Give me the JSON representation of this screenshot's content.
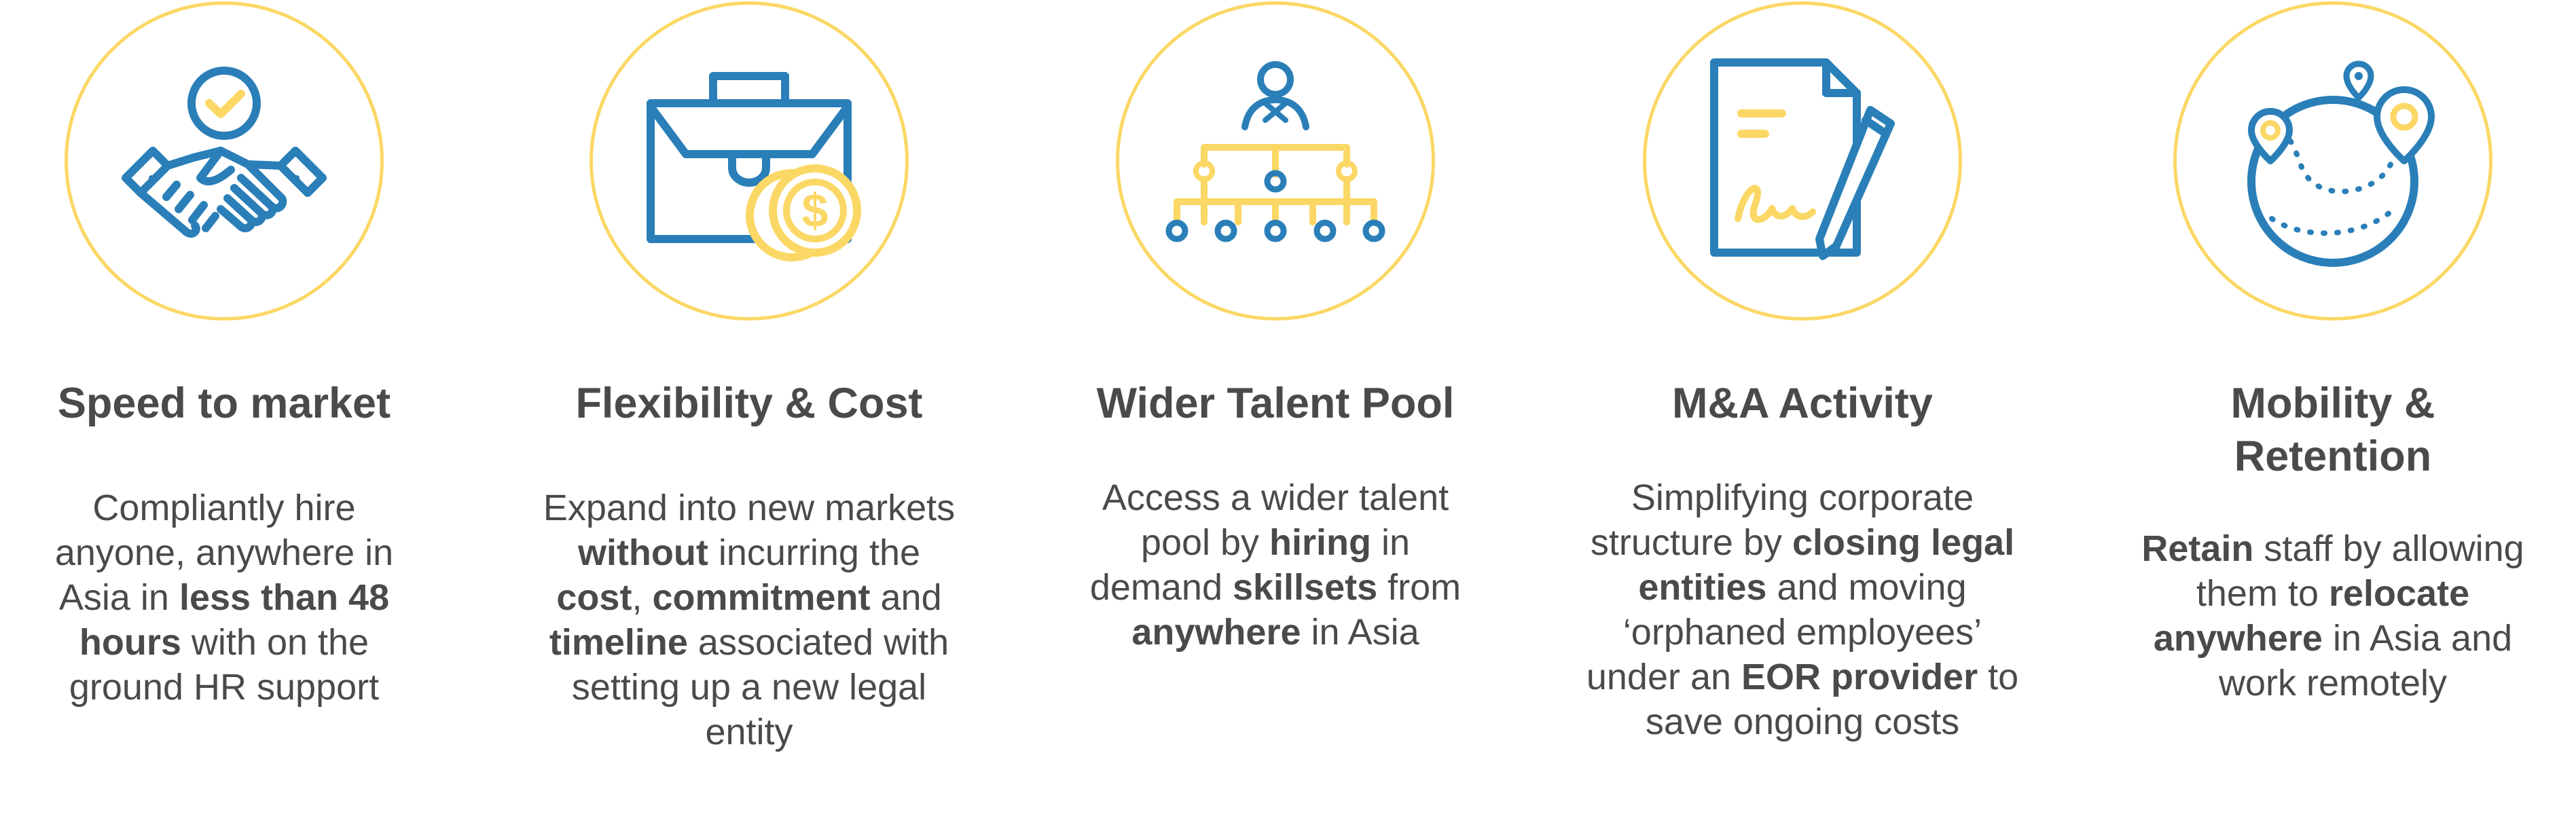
{
  "colors": {
    "ring": "#fbd765",
    "icon_blue": "#2a7fb8",
    "icon_yellow": "#fbd765",
    "text": "#4a4a4a"
  },
  "cards": [
    {
      "icon": "handshake-check-icon",
      "title": "Speed to market",
      "desc": [
        {
          "t": "Compliantly hire anyone, anywhere in Asia in "
        },
        {
          "t": "less than 48 hours",
          "b": true
        },
        {
          "t": " with on the ground HR support"
        }
      ]
    },
    {
      "icon": "briefcase-coins-icon",
      "title": "Flexibility & Cost",
      "desc": [
        {
          "t": "Expand into new markets "
        },
        {
          "t": "without",
          "b": true
        },
        {
          "t": " incurring the "
        },
        {
          "t": "cost",
          "b": true
        },
        {
          "t": ", "
        },
        {
          "t": "commitment",
          "b": true
        },
        {
          "t": " and "
        },
        {
          "t": "timeline",
          "b": true
        },
        {
          "t": " associated with setting up a new legal entity"
        }
      ]
    },
    {
      "icon": "org-chart-icon",
      "title": "Wider Talent Pool",
      "desc": [
        {
          "t": "Access a wider talent pool by "
        },
        {
          "t": "hiring",
          "b": true
        },
        {
          "t": " in demand "
        },
        {
          "t": "skillsets",
          "b": true
        },
        {
          "t": " from "
        },
        {
          "t": "anywhere",
          "b": true
        },
        {
          "t": " in Asia"
        }
      ]
    },
    {
      "icon": "contract-pen-icon",
      "title": "M&A Activity",
      "desc": [
        {
          "t": "Simplifying corporate structure by "
        },
        {
          "t": "closing legal entities",
          "b": true
        },
        {
          "t": " and moving ‘orphaned employees’ under an "
        },
        {
          "t": "EOR provider",
          "b": true
        },
        {
          "t": " to save ongoing costs"
        }
      ]
    },
    {
      "icon": "globe-pins-icon",
      "title": "Mobility &\nRetention",
      "desc": [
        {
          "t": "Retain",
          "b": true
        },
        {
          "t": " staff by allowing them to "
        },
        {
          "t": "relocate anywhere",
          "b": true
        },
        {
          "t": " in Asia and work remotely"
        }
      ]
    }
  ]
}
